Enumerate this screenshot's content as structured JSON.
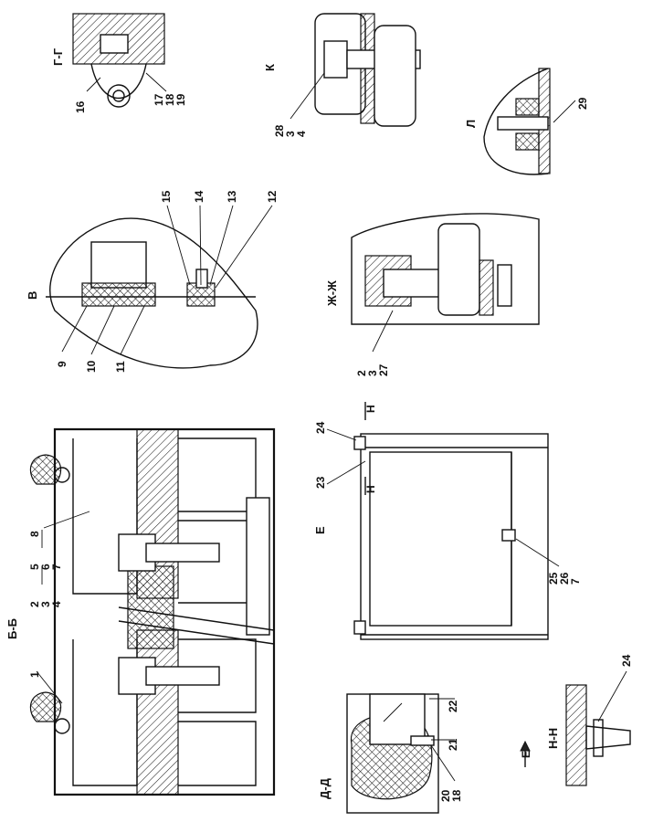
{
  "title": "Assembly drawing sheet with section views",
  "sections": {
    "bb": {
      "label": "Б-Б",
      "callouts": [
        "1",
        "8",
        "5",
        "6",
        "7",
        "2",
        "3",
        "4"
      ]
    },
    "gg": {
      "label": "Г-Г",
      "callouts": [
        "16",
        "17",
        "18",
        "19"
      ]
    },
    "k": {
      "label": "К",
      "callouts": [
        "28",
        "3",
        "4"
      ]
    },
    "l": {
      "label": "Л",
      "callouts": [
        "29"
      ]
    },
    "v": {
      "label": "В",
      "callouts": [
        "9",
        "10",
        "11",
        "15",
        "14",
        "13",
        "12"
      ]
    },
    "zhzh": {
      "label": "Ж-Ж",
      "callouts": [
        "2",
        "3",
        "27"
      ]
    },
    "e": {
      "label": "Е",
      "callouts": [
        "24",
        "23",
        "25",
        "26",
        "7"
      ],
      "cut_marker": "Н"
    },
    "dd": {
      "label": "Д-Д",
      "callouts": [
        "22",
        "21",
        "20",
        "18"
      ],
      "arrow_label": "Е"
    },
    "nn": {
      "label": "Н-Н",
      "callouts": [
        "24"
      ]
    }
  }
}
